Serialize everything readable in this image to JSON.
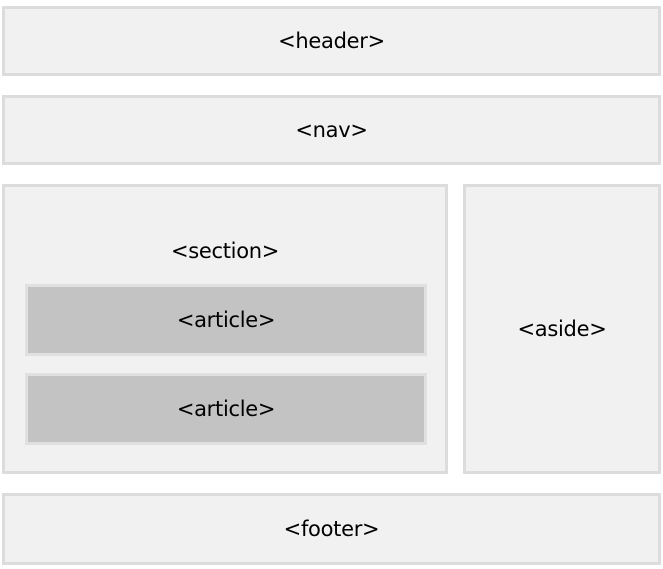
{
  "header": {
    "label": "<header>"
  },
  "nav": {
    "label": "<nav>"
  },
  "section": {
    "label": "<section>",
    "articles": [
      {
        "label": "<article>"
      },
      {
        "label": "<article>"
      }
    ]
  },
  "aside": {
    "label": "<aside>"
  },
  "footer": {
    "label": "<footer>"
  },
  "colors": {
    "box_fill": "#f1f1f1",
    "box_border": "#dcdcdc",
    "article_fill": "#c3c3c3",
    "article_border": "#e0e0e0",
    "text": "#000000"
  }
}
